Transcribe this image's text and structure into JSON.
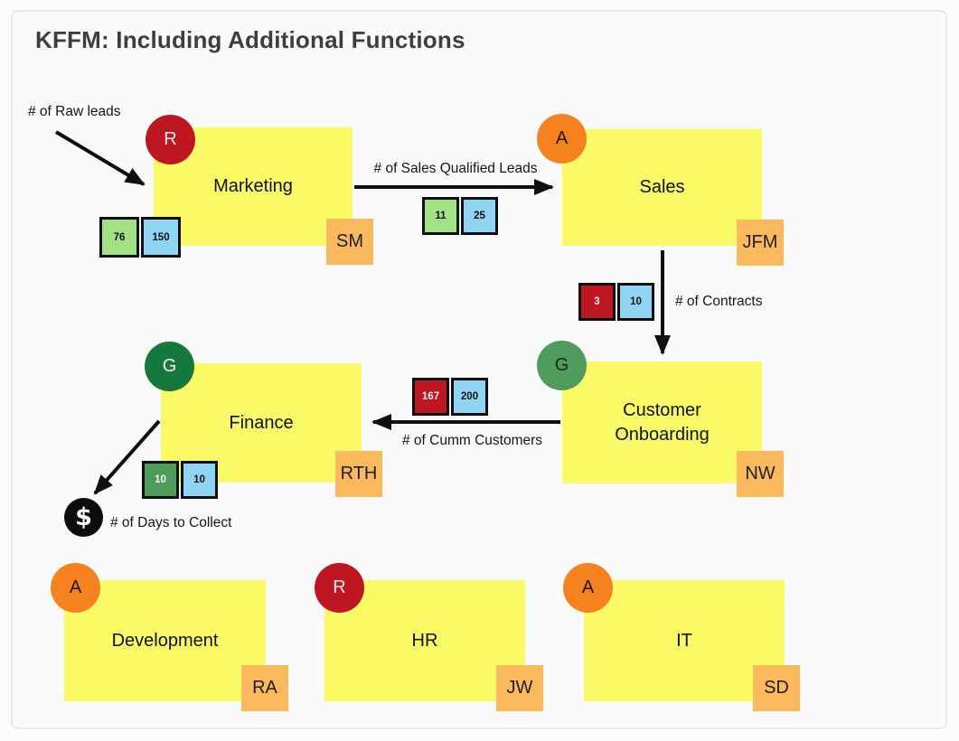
{
  "title": "KFFM: Including Additional Functions",
  "colors": {
    "yellow": "#FAFA66",
    "red": "#BE1722",
    "orange": "#F5821F",
    "tag_orange": "#FBB95D",
    "green_dark": "#15793E",
    "green_mid": "#4F9B5C",
    "green_light": "#A3E284",
    "blue_light": "#8FD4F2"
  },
  "nodes": {
    "marketing": {
      "label": "Marketing",
      "status": "R",
      "owner": "SM"
    },
    "sales": {
      "label": "Sales",
      "status": "A",
      "owner": "JFM"
    },
    "customer_onboarding": {
      "label": "Customer Onboarding",
      "status": "G",
      "owner": "NW"
    },
    "finance": {
      "label": "Finance",
      "status": "G",
      "owner": "RTH"
    },
    "development": {
      "label": "Development",
      "status": "A",
      "owner": "RA"
    },
    "hr": {
      "label": "HR",
      "status": "R",
      "owner": "JW"
    },
    "it": {
      "label": "IT",
      "status": "A",
      "owner": "SD"
    }
  },
  "edge_labels": {
    "raw_leads": "# of Raw leads",
    "sales_qualified_leads": "# of Sales Qualified Leads",
    "contracts": "# of Contracts",
    "cumm_customers": "# of Cumm Customers",
    "days_to_collect": "# of Days to Collect"
  },
  "metrics": {
    "marketing": {
      "actual": "76",
      "target": "150"
    },
    "sales_qualified_leads": {
      "actual": "11",
      "target": "25"
    },
    "contracts": {
      "actual": "3",
      "target": "10"
    },
    "cumm_customers": {
      "actual": "167",
      "target": "200"
    },
    "days_to_collect": {
      "actual": "10",
      "target": "10"
    }
  },
  "icons": {
    "dollar": "$"
  }
}
